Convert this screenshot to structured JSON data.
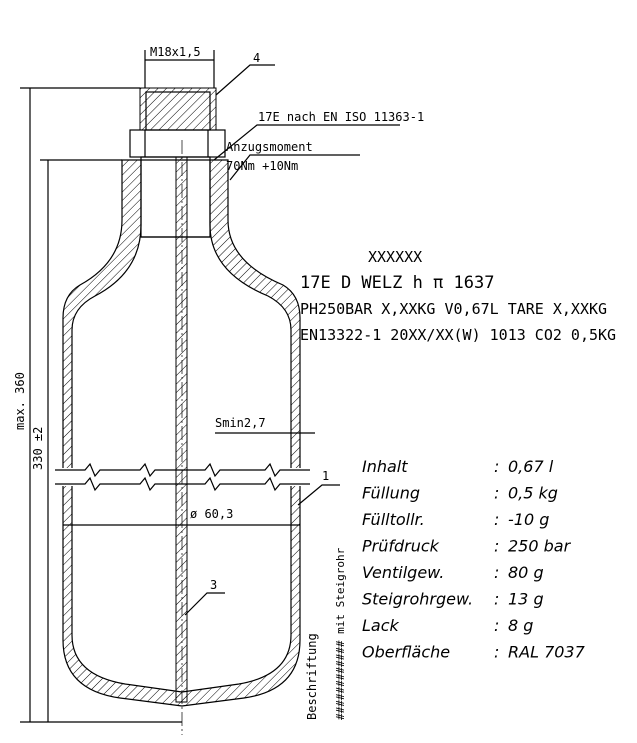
{
  "labels": {
    "thread": "M18x1,5",
    "part4": "4",
    "valve": "17E nach EN ISO 11363-1",
    "torque_title": "Anzugsmoment",
    "torque_value": "70Nm +10Nm",
    "max_height": "max. 360",
    "height": "330 ±2",
    "wall": "Smin2,7",
    "diameter": "ø 60,3",
    "part1": "1",
    "part3": "3",
    "marking_label": "Beschriftung",
    "marking_text": "############ mit Steigrohr"
  },
  "stamp": [
    "XXXXXX",
    "17E D WELZ h π 1637",
    "PH250BAR X,XXKG V0,67L TARE X,XXKG",
    "EN13322-1 20XX/XX(W) 1013 CO2 0,5KG"
  ],
  "specs": [
    {
      "key": "Inhalt",
      "value": "0,67 l"
    },
    {
      "key": "Füllung",
      "value": "0,5 kg"
    },
    {
      "key": "Fülltollr.",
      "value": "-10 g"
    },
    {
      "key": "Prüfdruck",
      "value": "250 bar"
    },
    {
      "key": "Ventilgew.",
      "value": "80 g"
    },
    {
      "key": "Steigrohrgew.",
      "value": "13 g"
    },
    {
      "key": "Lack",
      "value": "8 g"
    },
    {
      "key": "Oberfläche",
      "value": "RAL 7037"
    }
  ]
}
